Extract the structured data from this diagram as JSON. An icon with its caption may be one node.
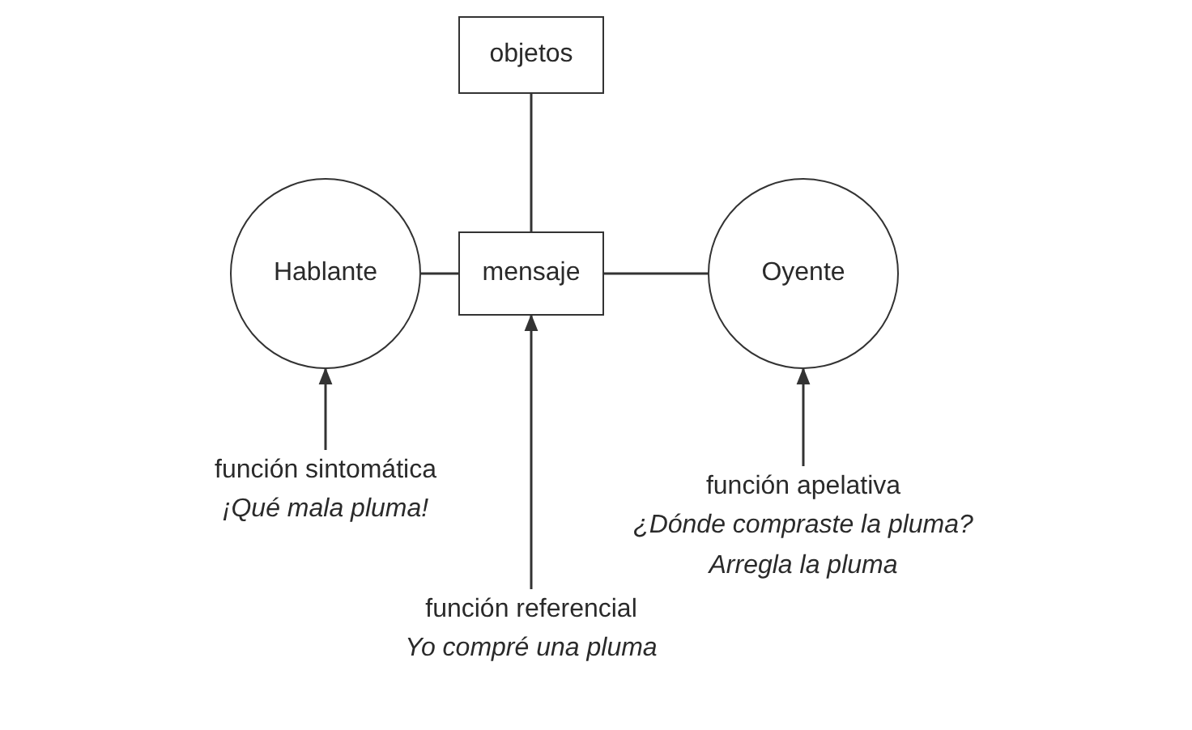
{
  "diagram": {
    "nodes": [
      {
        "text": [
          "objetos"
        ]
      },
      {
        "text": [
          "Hablante"
        ]
      },
      {
        "text": [
          "mensaje"
        ]
      },
      {
        "text": [
          "Oyente"
        ]
      },
      {
        "text": [
          "función sintomática",
          "¡Qué mala pluma!"
        ]
      },
      {
        "text": [
          "función referencial",
          "Yo compré una pluma"
        ]
      },
      {
        "text": [
          "función apelativa",
          "¿Dónde compraste la pluma?",
          "Arregla la pluma"
        ]
      }
    ],
    "edges": [
      {
        "from": 0,
        "to": 2,
        "arrow": "none"
      },
      {
        "from": 1,
        "to": 2,
        "arrow": "none"
      },
      {
        "from": 2,
        "to": 3,
        "arrow": "none"
      },
      {
        "from": 4,
        "to": 1,
        "arrow": "to"
      },
      {
        "from": 5,
        "to": 2,
        "arrow": "to"
      },
      {
        "from": 6,
        "to": 3,
        "arrow": "to"
      }
    ]
  }
}
